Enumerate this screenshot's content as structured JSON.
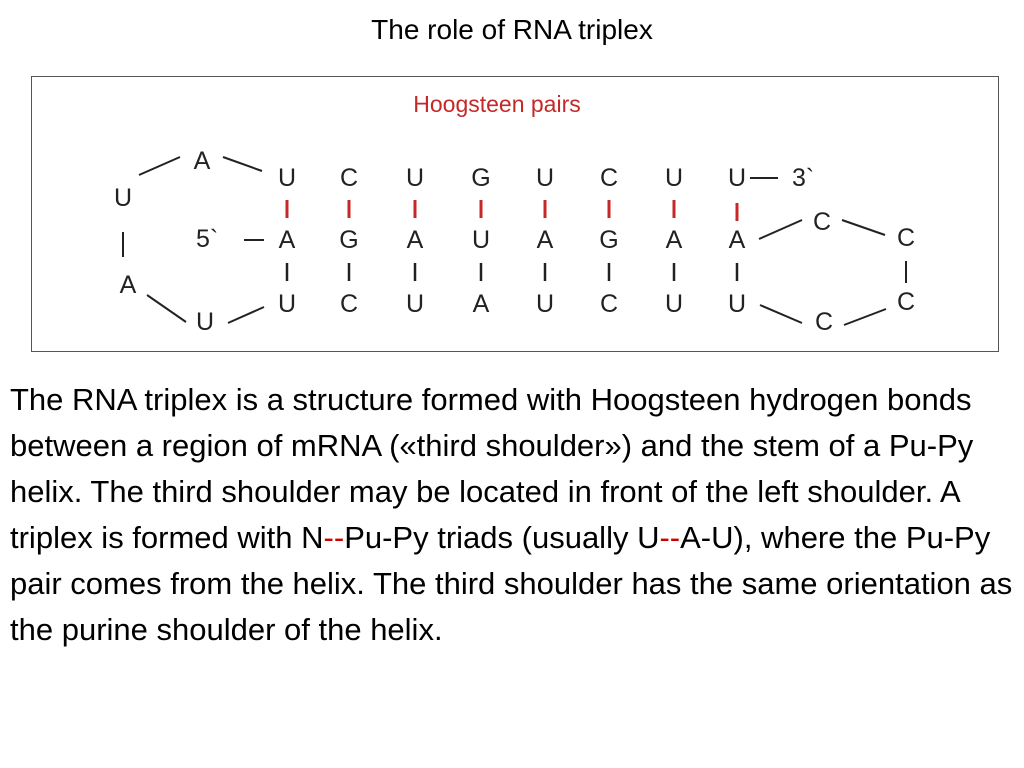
{
  "title": "The role of RNA triplex",
  "figure": {
    "header": "Hoogsteen pairs",
    "top_strand": [
      "U",
      "C",
      "U",
      "G",
      "U",
      "C",
      "U",
      "U"
    ],
    "middle_strand": [
      "A",
      "G",
      "A",
      "U",
      "A",
      "G",
      "A",
      "A"
    ],
    "bottom_strand": [
      "U",
      "C",
      "U",
      "A",
      "U",
      "C",
      "U",
      "U"
    ],
    "left_loop": [
      "U",
      "A",
      "U",
      "A"
    ],
    "right_loop": [
      "C",
      "C",
      "C",
      "C"
    ],
    "five_prime": "5`",
    "three_prime": "3`",
    "hoogsteen_color": "#c62828",
    "watson_crick_color": "#222222"
  },
  "paragraph": {
    "part1": "The RNA triplex is a structure formed with Hoogsteen hydrogen bonds between a region of mRNA («third shoulder») and the stem of a Pu-Py helix. The third shoulder may be located in front of the left shoulder. A triplex is formed with N",
    "dash1": "--",
    "part2": "Pu-Py triads (usually U",
    "dash2": "--",
    "part3": "A-U), where the Pu-Py pair comes from the helix. The third shoulder has the same orientation as the purine shoulder of the helix."
  }
}
